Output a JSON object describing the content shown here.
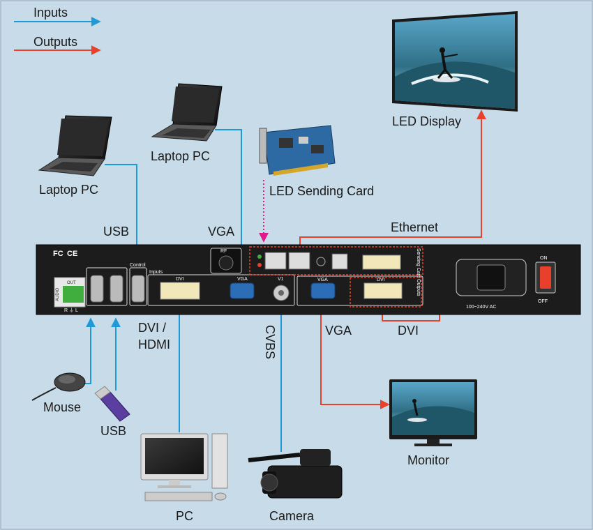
{
  "legend": {
    "inputs": "Inputs",
    "outputs": "Outputs"
  },
  "colors": {
    "input_line": "#1e9bd7",
    "output_line": "#e8402a",
    "sending_card_link": "#e01a8c",
    "panel": "#1c1c1c",
    "background": "#c7dbe8"
  },
  "devices": {
    "laptop_left": "Laptop PC",
    "laptop_top": "Laptop PC",
    "sending_card": "LED Sending Card",
    "led_display": "LED Display",
    "mouse": "Mouse",
    "usb_stick": "USB",
    "pc": "PC",
    "camera": "Camera",
    "monitor": "Monitor"
  },
  "connections": {
    "usb": "USB",
    "vga_in": "VGA",
    "ethernet": "Ethernet",
    "dvi_hdmi_line1": "DVI /",
    "dvi_hdmi_line2": "HDMI",
    "cvbs": "CVBS",
    "vga_out": "VGA",
    "dvi_out": "DVI"
  },
  "panel": {
    "audio": "AUDIO",
    "out": "OUT",
    "rgl": "R ⏚ L",
    "control": "Control",
    "inputs": "Inputs",
    "dvi_in": "DVI",
    "vga_in": "VGA",
    "v1": "V1",
    "rf": "RF",
    "vga_out": "VGA",
    "dvi_out": "DVI",
    "sending_card_tag": "Sending Card",
    "outputs_tag": "Outputs",
    "power_rating": "100~240V AC",
    "switch_on": "ON",
    "switch_off": "OFF",
    "cert_fc": "FC",
    "cert_ce": "CE"
  }
}
